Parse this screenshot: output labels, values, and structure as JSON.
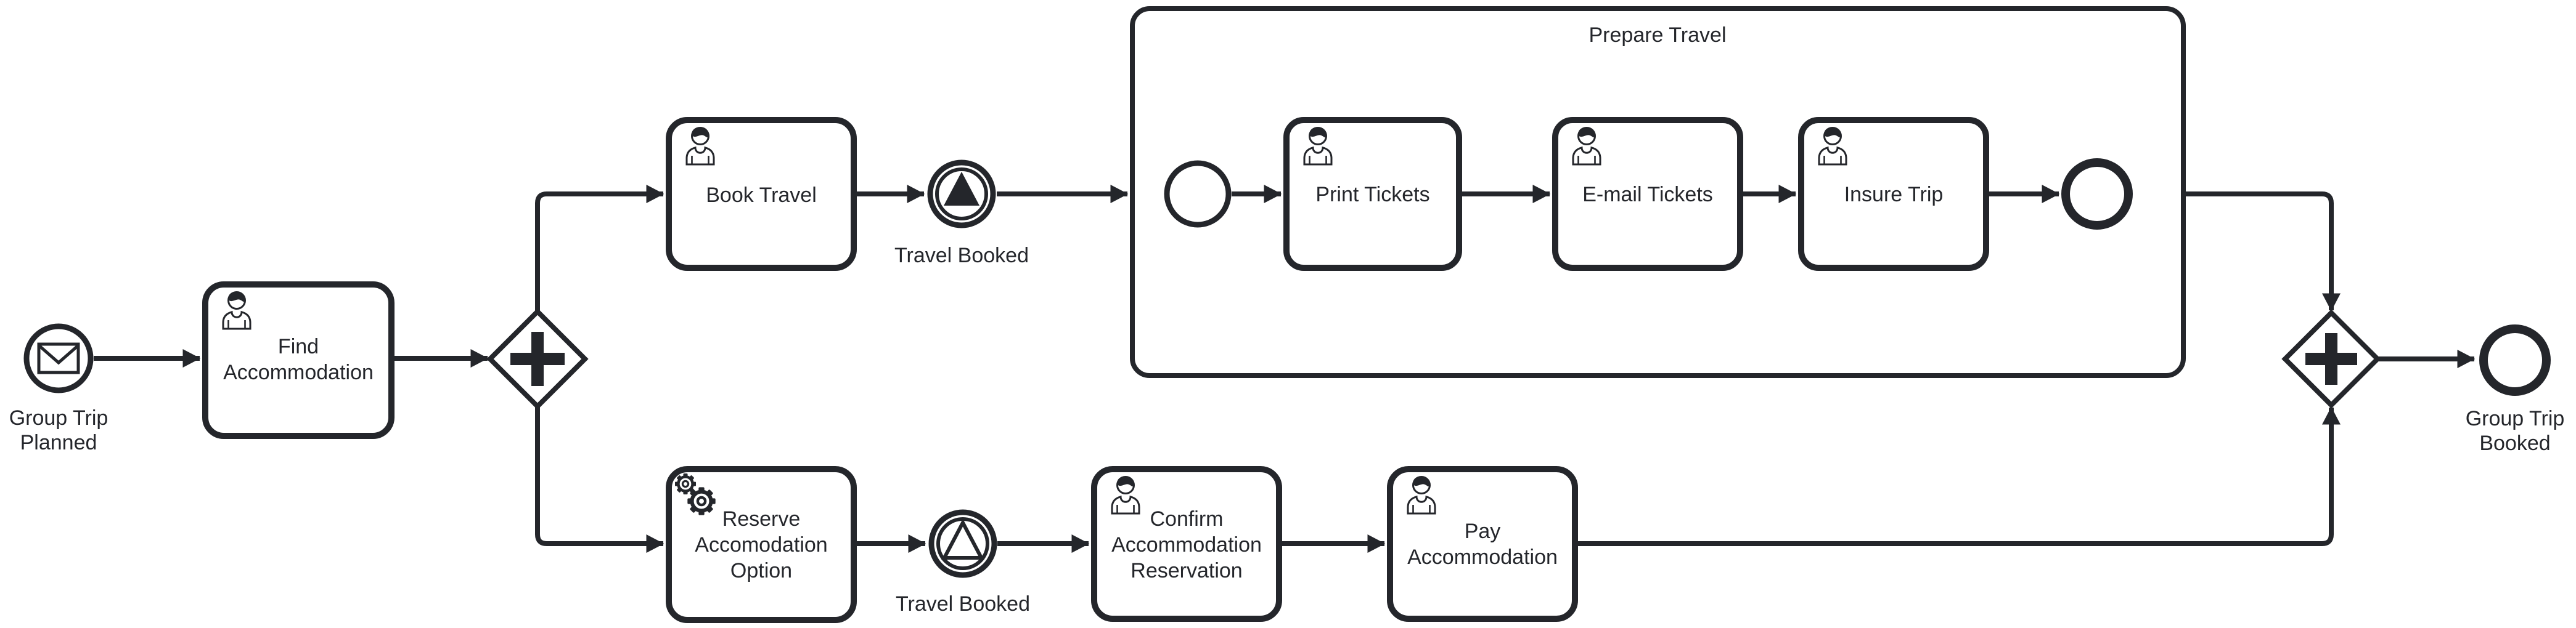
{
  "diagram": {
    "type": "bpmn-process-diagram",
    "colors": {
      "ink": "#24262b",
      "background": "#ffffff"
    },
    "icons": {
      "user_task": "person-icon",
      "service_task": "gears-icon",
      "message_start_event": "envelope-icon",
      "signal_event": "triangle-icon",
      "parallel_gateway": "plus-icon"
    },
    "nodes": {
      "start_event": {
        "type": "message-start-event",
        "label_lines": [
          "Group Trip",
          "Planned"
        ]
      },
      "find_accommodation": {
        "type": "user-task",
        "lines": [
          "Find",
          "Accommodation"
        ]
      },
      "split_gateway": {
        "type": "parallel-gateway"
      },
      "book_travel": {
        "type": "user-task",
        "lines": [
          "Book Travel"
        ]
      },
      "travel_booked_throw": {
        "type": "signal-intermediate-throw-event",
        "label": "Travel Booked"
      },
      "prepare_travel_subprocess": {
        "type": "expanded-subprocess",
        "title": "Prepare Travel"
      },
      "sub_start_event": {
        "type": "start-event"
      },
      "print_tickets": {
        "type": "user-task",
        "lines": [
          "Print Tickets"
        ]
      },
      "email_tickets": {
        "type": "user-task",
        "lines": [
          "E-mail Tickets"
        ]
      },
      "insure_trip": {
        "type": "user-task",
        "lines": [
          "Insure Trip"
        ]
      },
      "sub_end_event": {
        "type": "end-event"
      },
      "reserve_accomodation_option": {
        "type": "service-task",
        "lines": [
          "Reserve",
          "Accomodation",
          "Option"
        ]
      },
      "travel_booked_catch": {
        "type": "signal-intermediate-catch-event",
        "label": "Travel Booked"
      },
      "confirm_accommodation_reservation": {
        "type": "user-task",
        "lines": [
          "Confirm",
          "Accommodation",
          "Reservation"
        ]
      },
      "pay_accommodation": {
        "type": "user-task",
        "lines": [
          "Pay",
          "Accommodation"
        ]
      },
      "join_gateway": {
        "type": "parallel-gateway"
      },
      "end_event": {
        "type": "end-event",
        "label_lines": [
          "Group Trip",
          "Booked"
        ]
      }
    }
  }
}
